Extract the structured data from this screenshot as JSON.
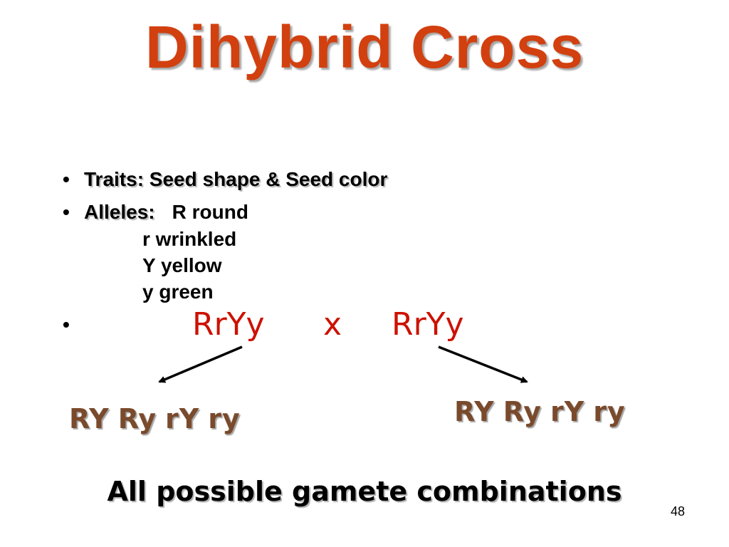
{
  "slide": {
    "title": "Dihybrid Cross",
    "title_color": "#d2400f",
    "bullets": {
      "traits": "Traits: Seed shape & Seed color",
      "alleles_label": "Alleles:",
      "alleles": [
        "R round",
        "r wrinkled",
        "Y yellow",
        "y green"
      ],
      "bullet_symbol": "•"
    },
    "cross": {
      "parent1": "RrYy",
      "operator": "x",
      "parent2": "RrYy",
      "color": "#cc1100"
    },
    "gametes_left": [
      "RY",
      "Ry",
      "rY",
      "ry"
    ],
    "gametes_right": [
      "RY",
      "Ry",
      "rY",
      "ry"
    ],
    "gamete_color": "#7a4a2c",
    "caption": "All possible gamete combinations",
    "page_number": "48"
  }
}
